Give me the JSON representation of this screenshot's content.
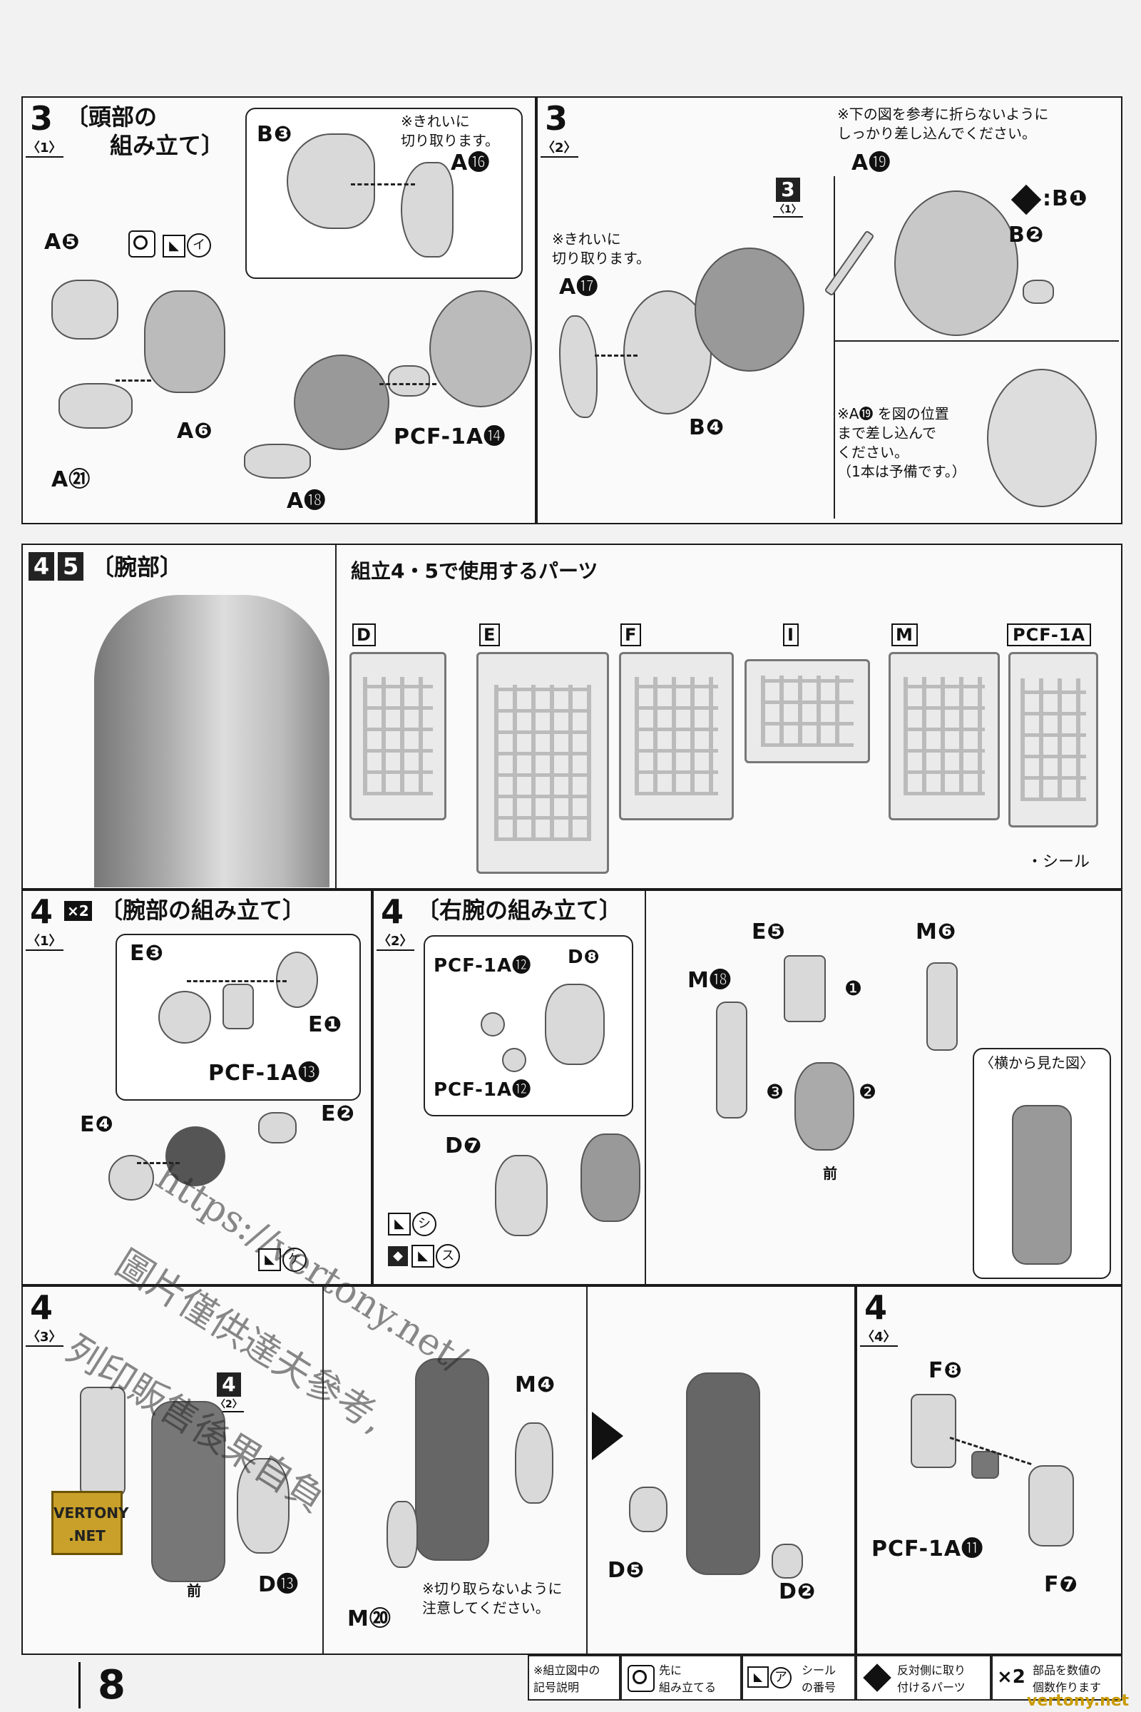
{
  "page_number": "8",
  "watermark": {
    "url": "https://vertony.net/",
    "line2": "圖片僅供達夫參考,",
    "line3": "列印販售後果自負",
    "logo": "VERTONY\n.NET",
    "footer_logo": "vertony.net"
  },
  "step3_1": {
    "num": "3",
    "sub": "〈1〉",
    "title_l1": "〔頭部の",
    "title_l2": "組み立て〕",
    "note": "※きれいに\n切り取ります。",
    "labels": [
      "B❸",
      "A⓰",
      "A❺",
      "A❻",
      "A㉑",
      "PCF-1A⓮",
      "A⓲"
    ],
    "first_icon": "first-assemble-icon",
    "sticker": "イ"
  },
  "step3_2": {
    "num": "3",
    "sub": "〈2〉",
    "note_top": "※下の図を参考に折らないように\nしっかり差し込んでください。",
    "note_left": "※きれいに\n切り取ります。",
    "labels": [
      "A⓳",
      "B❷",
      "A⓱",
      "B❹"
    ],
    "mirror_label": ":B❶",
    "ref_num": "3",
    "ref_sub": "〈1〉",
    "note_bottom": "※A⓳ を図の位置\nまで差し込んで\nください。\n（1本は予備です。）"
  },
  "parts_section": {
    "num4": "4",
    "num5": "5",
    "title": "〔腕部〕",
    "header": "組立4・5で使用するパーツ",
    "runners": [
      "D",
      "E",
      "F",
      "I",
      "M",
      "PCF-1A"
    ],
    "seal": "・シール"
  },
  "step4_1": {
    "num": "4",
    "times": "×2",
    "sub": "〈1〉",
    "title": "〔腕部の組み立て〕",
    "labels": [
      "E❸",
      "E❶",
      "PCF-1A⓭",
      "E❹",
      "E❷"
    ],
    "sticker": "ケ"
  },
  "step4_2": {
    "num": "4",
    "sub": "〈2〉",
    "title": "〔右腕の組み立て〕",
    "labels": [
      "PCF-1A⓬",
      "D❽",
      "PCF-1A⓬",
      "D❼",
      "E❺",
      "M❻",
      "M⓲"
    ],
    "stickers": [
      "シ",
      "ス"
    ],
    "steps": [
      "❶",
      "❷",
      "❸"
    ],
    "front": "前",
    "side_view": "〈横から見た図〉"
  },
  "step4_3": {
    "num": "4",
    "sub": "〈3〉",
    "ref_num": "4",
    "ref_sub": "〈2〉",
    "labels": [
      "D⓭",
      "M❹",
      "M⑳",
      "D❺",
      "D❷"
    ],
    "front": "前",
    "note": "※切り取らないように\n注意してください。"
  },
  "step4_4": {
    "num": "4",
    "sub": "〈4〉",
    "labels": [
      "F❽",
      "PCF-1A⓫",
      "F❼"
    ]
  },
  "legend": {
    "title": "※組立図中の\n記号説明",
    "items": [
      "先に\n組み立てる",
      "シール\nの番号",
      "反対側に取り\n付けるパーツ",
      "部品を数値の\n個数作ります"
    ],
    "sticker_glyph": "ア",
    "times": "×2"
  }
}
